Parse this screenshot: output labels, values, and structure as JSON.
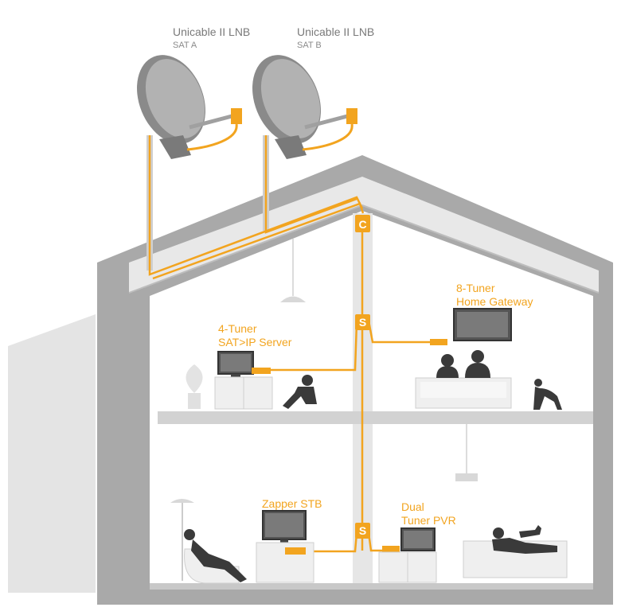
{
  "lnbs": [
    {
      "title": "Unicable II LNB",
      "subtitle": "SAT A"
    },
    {
      "title": "Unicable II LNB",
      "subtitle": "SAT B"
    }
  ],
  "devices": {
    "home_gateway": {
      "line1": "8-Tuner",
      "line2": "Home Gateway"
    },
    "satip_server": {
      "line1": "4-Tuner",
      "line2": "SAT>IP Server"
    },
    "zapper": {
      "line1": "Zapper STB"
    },
    "pvr": {
      "line1": "Dual",
      "line2": "Tuner PVR"
    }
  },
  "nodes": {
    "combiner": "C",
    "splitter": "S"
  },
  "colors": {
    "cable": "#f2a41f",
    "house": "#a9a9a9",
    "house_light": "#d9d9d9",
    "interior": "#ffffff",
    "furniture": "#e6e6e6",
    "silhouette": "#3a3a3a"
  }
}
